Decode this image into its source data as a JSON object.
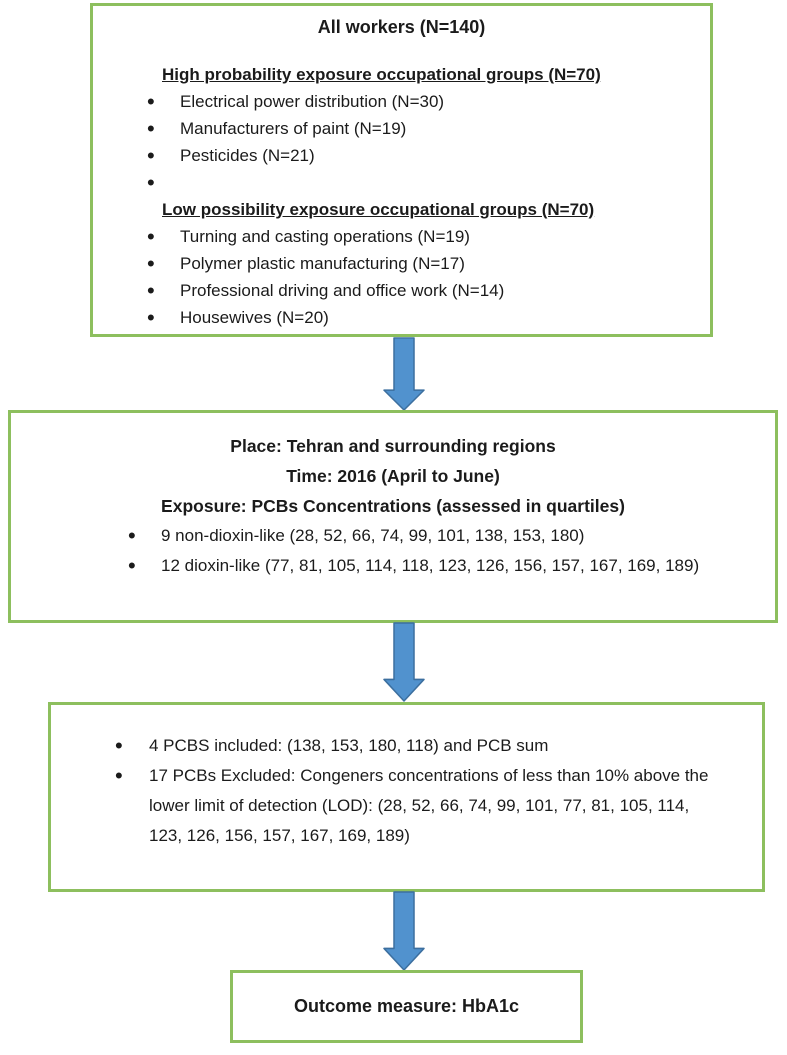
{
  "colors": {
    "box_border": "#8dbf5e",
    "arrow_fill": "#5192ce",
    "arrow_stroke": "#3c6f9f"
  },
  "boxes": {
    "all_workers": {
      "title": "All workers (N=140)",
      "high_group": {
        "heading": "High probability exposure occupational groups (N=70)",
        "items": [
          "Electrical power distribution (N=30)",
          "Manufacturers of paint (N=19)",
          "Pesticides (N=21)",
          ""
        ]
      },
      "low_group": {
        "heading": "Low possibility exposure occupational groups (N=70)",
        "items": [
          "Turning and casting operations (N=19)",
          "Polymer plastic manufacturing (N=17)",
          "Professional driving and office work (N=14)",
          "Housewives (N=20)"
        ]
      }
    },
    "study_details": {
      "lines": [
        "Place: Tehran and surrounding regions",
        "Time: 2016 (April to June)",
        "Exposure: PCBs Concentrations (assessed in quartiles)"
      ],
      "items": [
        "9 non-dioxin-like (28, 52, 66, 74, 99, 101, 138, 153, 180)",
        "12 dioxin-like (77, 81, 105, 114, 118, 123, 126, 156, 157, 167, 169, 189)"
      ]
    },
    "selection": {
      "items": [
        "4 PCBS included: (138, 153, 180, 118) and PCB sum",
        "17 PCBs Excluded: Congeners concentrations of less than 10% above the lower limit of detection (LOD): (28, 52, 66, 74, 99, 101, 77, 81, 105, 114, 123, 126, 156, 157, 167, 169, 189)"
      ]
    },
    "outcome": {
      "title": "Outcome measure: HbA1c"
    }
  }
}
